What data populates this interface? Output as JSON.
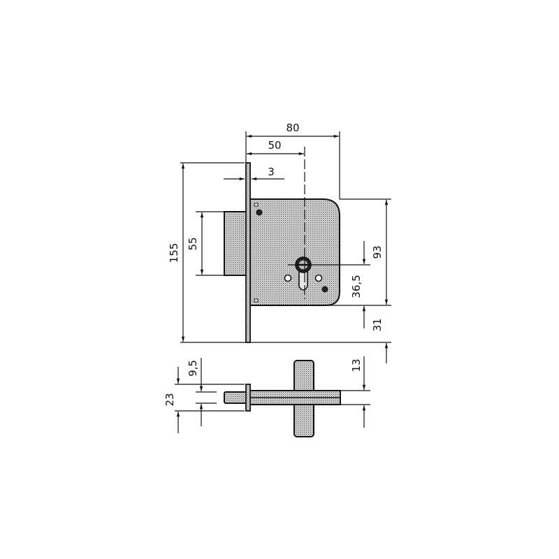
{
  "diagram": {
    "title": "Mortise lock technical drawing",
    "units": "mm",
    "colors": {
      "line": "#111111",
      "fill": "#cfcfcf",
      "background": "#ffffff"
    },
    "front_view": {
      "dimensions": {
        "total_width": "80",
        "backset": "50",
        "faceplate_thickness": "3",
        "faceplate_height": "155",
        "bolt_height": "55",
        "case_height": "93",
        "cylinder_to_spindle": "36,5",
        "case_offset_bottom": "31"
      }
    },
    "side_view": {
      "dimensions": {
        "faceplate_width": "23",
        "bolt_width": "9,5",
        "case_thickness": "13"
      }
    }
  }
}
